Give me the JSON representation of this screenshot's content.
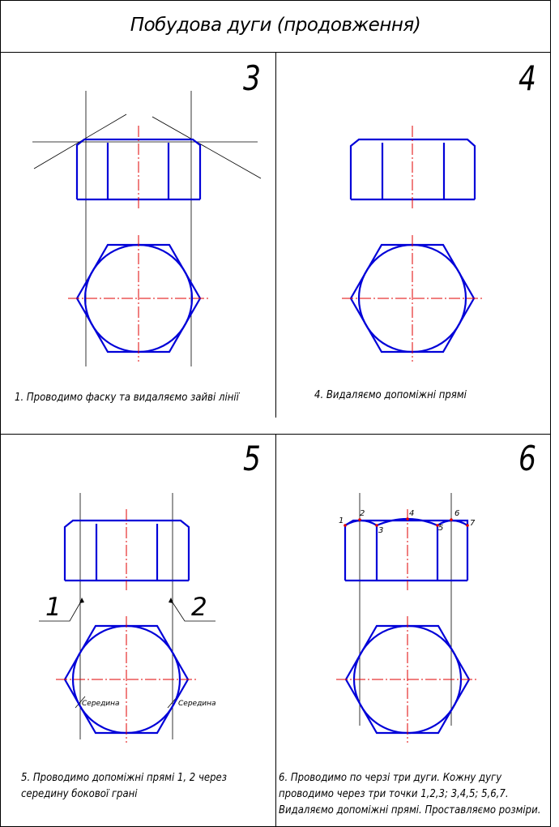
{
  "title": "Побудова дуги (продовження)",
  "colors": {
    "drawing": "#0000d8",
    "axis": "#e00000",
    "thin": "#000000"
  },
  "panels": [
    {
      "number": "3",
      "caption": "1. Проводимо фаску та видаляємо зайві лінії"
    },
    {
      "number": "4",
      "caption": "4. Видаляємо допоміжні прямі"
    },
    {
      "number": "5",
      "caption_lines": [
        "5. Проводимо допоміжні прямі 1, 2 через",
        "середину бокової грані"
      ]
    },
    {
      "number": "6",
      "caption_lines": [
        "6. Проводимо по черзі три дуги. Кожну дугу",
        "проводимо через три точки 1,2,3;  3,4,5;  5,6,7.",
        "Видаляємо допоміжні прямі. Проставляємо розміри."
      ]
    }
  ],
  "line_labels": [
    "1",
    "2"
  ],
  "midpoint_label": "Середина",
  "arc_points": [
    "1",
    "2",
    "3",
    "4",
    "5",
    "6",
    "7"
  ]
}
